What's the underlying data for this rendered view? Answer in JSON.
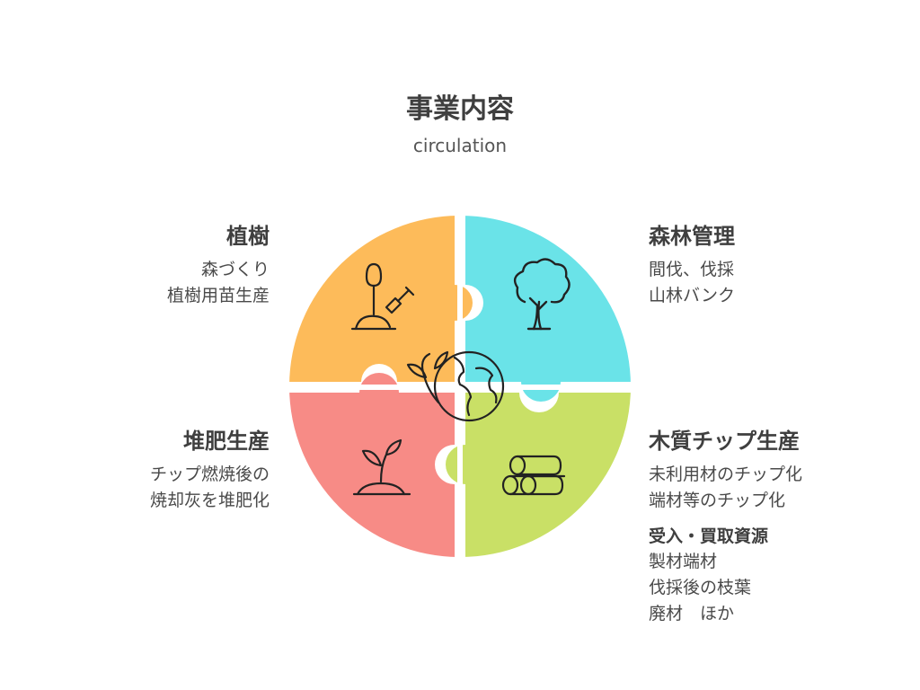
{
  "header": {
    "title": "事業内容",
    "subtitle": "circulation"
  },
  "quadrants": {
    "top_left": {
      "title": "植樹",
      "lines": [
        "森づくり",
        "植樹用苗生産"
      ],
      "color": "#fdbb5a",
      "icon": "planting-icon"
    },
    "top_right": {
      "title": "森林管理",
      "lines": [
        "間伐、伐採",
        "山林バンク"
      ],
      "color": "#6ae3e8",
      "icon": "tree-icon"
    },
    "bottom_left": {
      "title": "堆肥生産",
      "lines": [
        "チップ燃焼後の",
        "焼却灰を堆肥化"
      ],
      "color": "#f78b86",
      "icon": "sprout-icon"
    },
    "bottom_right": {
      "title": "木質チップ生産",
      "lines": [
        "未利用材のチップ化",
        "端材等のチップ化"
      ],
      "color": "#c9e066",
      "icon": "logs-icon",
      "sub_title": "受入・買取資源",
      "sub_lines": [
        "製材端材",
        "伐採後の枝葉",
        "廃材　ほか"
      ]
    }
  },
  "center": {
    "icon": "earth-plant-icon"
  }
}
